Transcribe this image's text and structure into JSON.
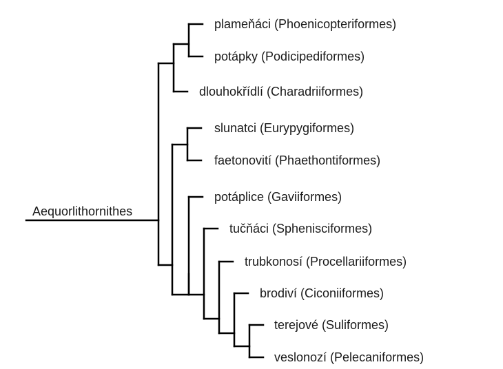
{
  "root": {
    "label": "Aequorlithornithes"
  },
  "taxa": {
    "phoenicopteriformes": "plameňáci (Phoenicopteriformes)",
    "podicipediformes": "potápky (Podicipediformes)",
    "charadriiformes": "dlouhokřídlí (Charadriiformes)",
    "eurypygiformes": "slunatci (Eurypygiformes)",
    "phaethontiformes": "faetonovití (Phaethontiformes)",
    "gaviiformes": "potáplice (Gaviiformes)",
    "sphenisciformes": "tučňáci (Sphenisciformes)",
    "procellariiformes": "trubkonosí (Procellariiformes)",
    "ciconiiformes": "brodiví (Ciconiiformes)",
    "suliformes": "terejové (Suliformes)",
    "pelecaniformes": "veslonozí (Pelecaniformes)"
  },
  "colors": {
    "line": "#000000",
    "text": "#1a1a1a",
    "background": "#ffffff"
  }
}
